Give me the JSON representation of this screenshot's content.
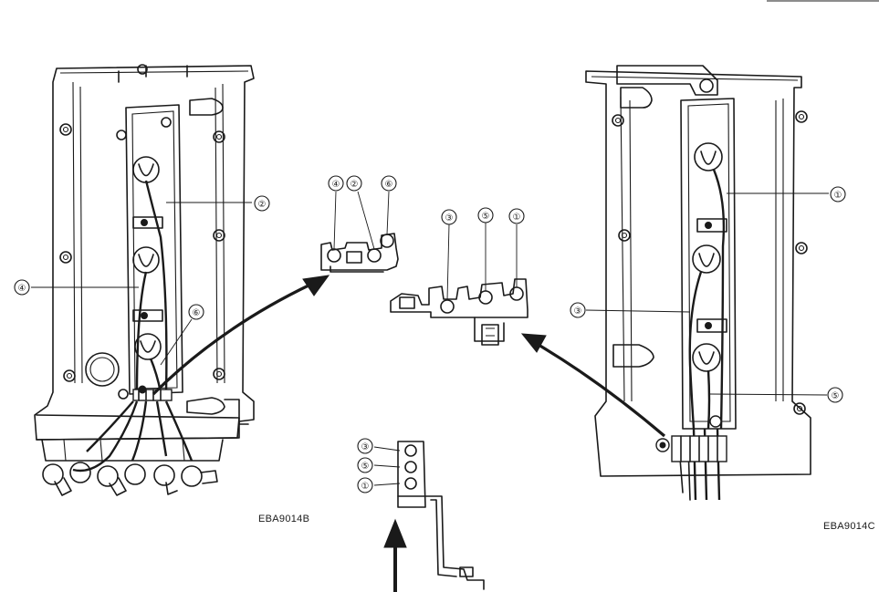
{
  "figure_codes": {
    "left": "EBA9014B",
    "right": "EBA9014C"
  },
  "callouts": {
    "left_engine": [
      "②",
      "④",
      "⑥"
    ],
    "left_clip": [
      "④",
      "②",
      "⑥"
    ],
    "right_clip": [
      "③",
      "⑤",
      "①"
    ],
    "bottom_bracket": [
      "③",
      "⑤",
      "①"
    ],
    "right_engine": [
      "①",
      "③",
      "⑤"
    ]
  },
  "colors": {
    "line": "#1a1a1a",
    "background": "#ffffff"
  }
}
